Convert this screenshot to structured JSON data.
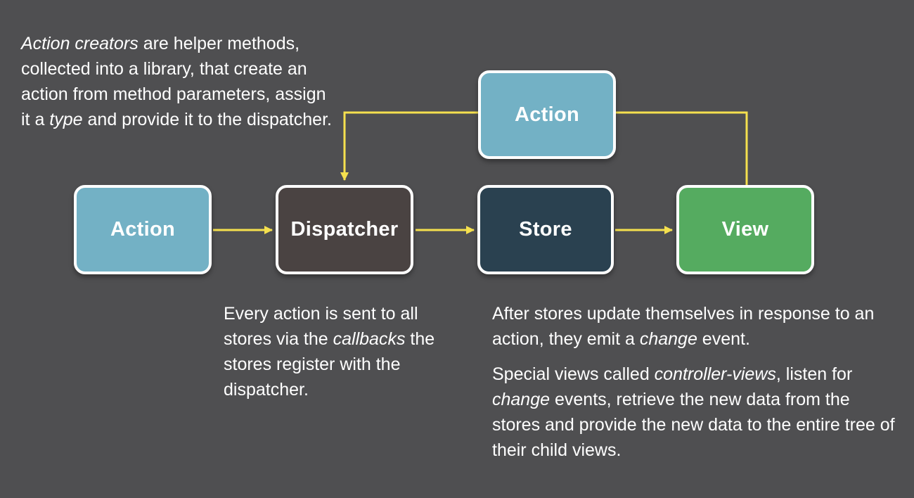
{
  "colors": {
    "background": "#4f4f51",
    "arrow": "#f5e04e",
    "box_action": "#73b1c5",
    "box_dispatcher": "#4a4342",
    "box_store": "#2a4150",
    "box_view": "#55ab60",
    "text": "#ffffff",
    "box_border": "#ffffff"
  },
  "boxes": {
    "action_top": {
      "label": "Action"
    },
    "action_left": {
      "label": "Action"
    },
    "dispatcher": {
      "label": "Dispatcher"
    },
    "store": {
      "label": "Store"
    },
    "view": {
      "label": "View"
    }
  },
  "annotations": {
    "action_creators": {
      "segments": [
        {
          "text": "Action creators",
          "italic": true
        },
        {
          "text": " are helper methods, collected into a library, that create an action from method parameters, assign it a ",
          "italic": false
        },
        {
          "text": "type",
          "italic": true
        },
        {
          "text": " and provide it to the dispatcher.",
          "italic": false
        }
      ]
    },
    "dispatcher_note": {
      "segments": [
        {
          "text": "Every action is sent to all stores via the ",
          "italic": false
        },
        {
          "text": "callbacks",
          "italic": true
        },
        {
          "text": " the stores register with the dispatcher.",
          "italic": false
        }
      ]
    },
    "store_note_1": {
      "segments": [
        {
          "text": "After stores update themselves in response to an action, they emit a ",
          "italic": false
        },
        {
          "text": "change",
          "italic": true
        },
        {
          "text": " event.",
          "italic": false
        }
      ]
    },
    "store_note_2": {
      "segments": [
        {
          "text": "Special views called ",
          "italic": false
        },
        {
          "text": "controller-views",
          "italic": true
        },
        {
          "text": ", listen for ",
          "italic": false
        },
        {
          "text": "change",
          "italic": true
        },
        {
          "text": " events, retrieve the new data from the stores and provide the new data to the entire tree of their child views.",
          "italic": false
        }
      ]
    }
  }
}
